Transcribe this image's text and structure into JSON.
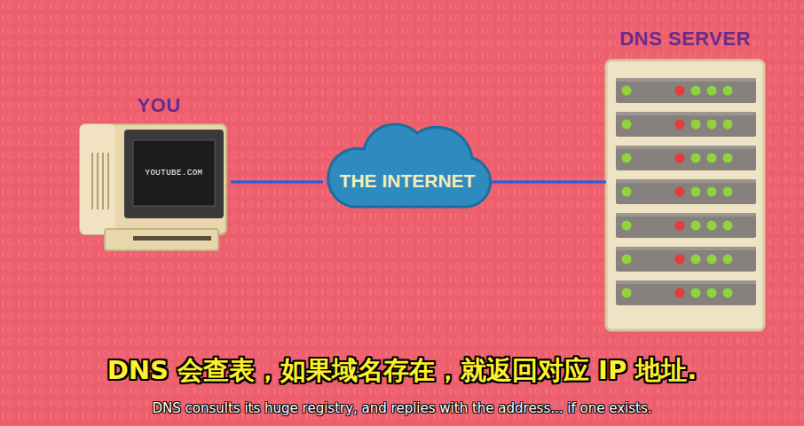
{
  "diagram": {
    "nodes": [
      {
        "text": [
          "YOU"
        ]
      },
      {
        "text": [
          "YOUTUBE.COM"
        ],
        "in": 0
      },
      {
        "text": [
          "THE INTERNET"
        ]
      },
      {
        "text": [
          "DNS SERVER"
        ]
      }
    ],
    "edges": [
      {
        "from": 0,
        "to": 2,
        "arrow": "none"
      },
      {
        "from": 2,
        "to": 3,
        "arrow": "none"
      }
    ],
    "labels": [
      "DNS 会查表，如果域名存在，就返回对应 IP 地址.",
      "DNS consults its huge registry, and replies with the address... if one exists."
    ]
  }
}
